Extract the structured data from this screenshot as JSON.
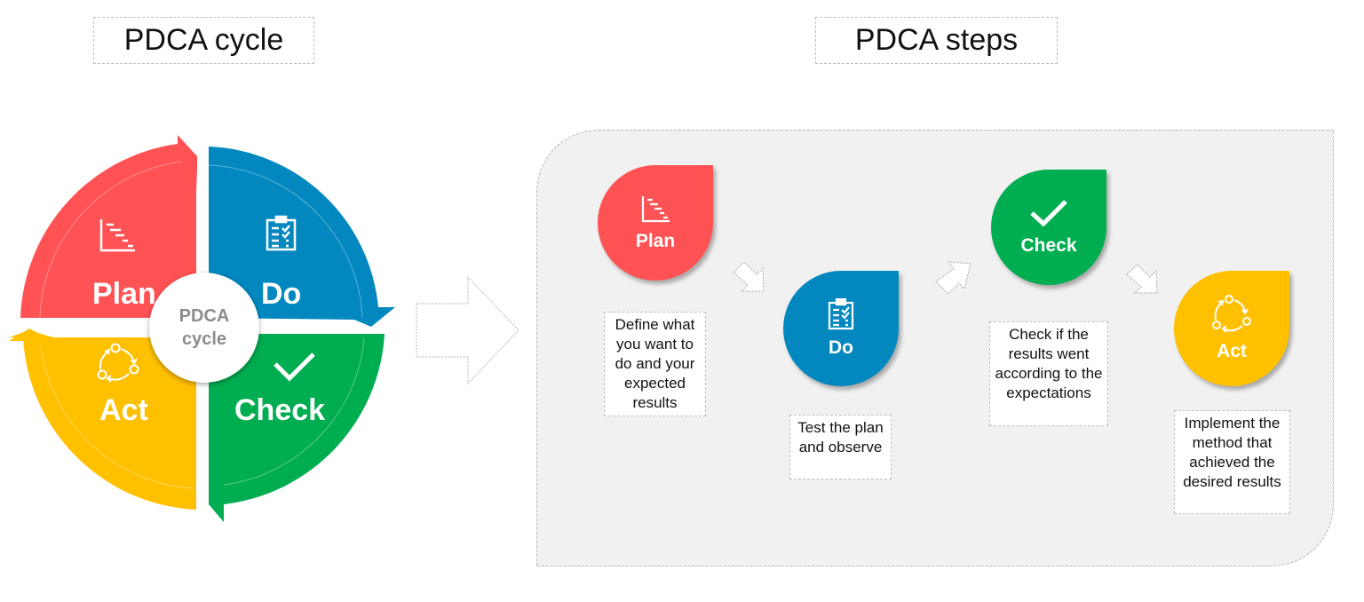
{
  "titles": {
    "cycle": "PDCA cycle",
    "steps": "PDCA steps"
  },
  "colors": {
    "plan": "#FF5254",
    "do": "#0288BF",
    "check": "#00AD50",
    "act": "#FFC000",
    "hub_text": "#8C8C8C",
    "panel_bg": "#F1F1F1",
    "dashed_border": "#BDBDBD"
  },
  "cycle": {
    "hub_line1": "PDCA",
    "hub_line2": "cycle",
    "segments": [
      {
        "key": "plan",
        "label": "Plan",
        "icon": "gantt-chart-icon"
      },
      {
        "key": "do",
        "label": "Do",
        "icon": "clipboard-checklist-icon"
      },
      {
        "key": "check",
        "label": "Check",
        "icon": "checkmark-icon"
      },
      {
        "key": "act",
        "label": "Act",
        "icon": "cycle-arrows-icon"
      }
    ]
  },
  "steps": [
    {
      "key": "plan",
      "label": "Plan",
      "icon": "gantt-chart-icon",
      "description": "Define what you want to do and your expected results"
    },
    {
      "key": "do",
      "label": "Do",
      "icon": "clipboard-checklist-icon",
      "description": "Test the plan and observe"
    },
    {
      "key": "check",
      "label": "Check",
      "icon": "checkmark-icon",
      "description": "Check if the results went according to the expectations"
    },
    {
      "key": "act",
      "label": "Act",
      "icon": "cycle-arrows-icon",
      "description": "Implement the method that achieved  the desired results"
    }
  ]
}
